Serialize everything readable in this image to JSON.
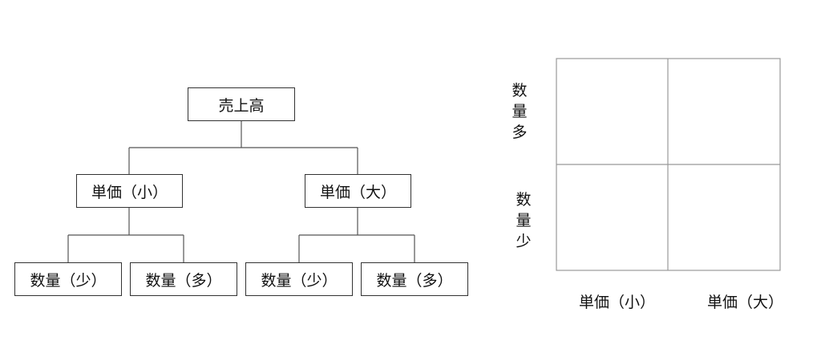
{
  "tree": {
    "root": "売上高",
    "price_small": "単価（小）",
    "price_large": "単価（大）",
    "leaf_1": "数量（少）",
    "leaf_2": "数量（多）",
    "leaf_3": "数量（少）",
    "leaf_4": "数量（多）"
  },
  "matrix": {
    "y_label_top": "数\n量\n多",
    "y_label_bottom": "数\n量\n少",
    "x_label_left": "単価（小）",
    "x_label_right": "単価（大）"
  }
}
